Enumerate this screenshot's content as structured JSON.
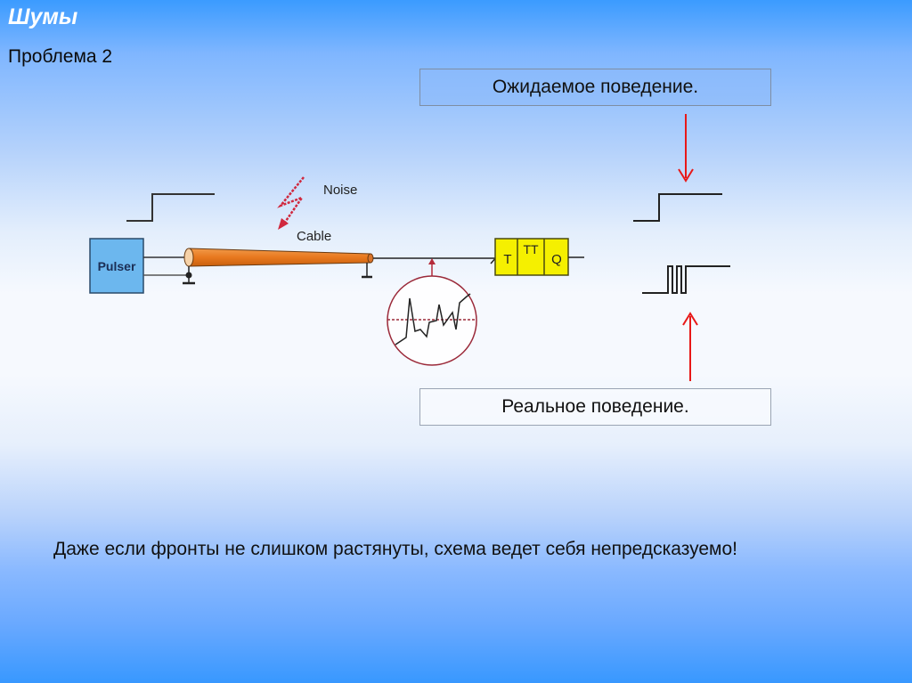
{
  "slide": {
    "title": "Шумы",
    "subtitle": "Проблема 2",
    "bottom_text": "Даже если фронты не слишком растянуты, схема ведет себя непредсказуемо!"
  },
  "labels": {
    "expected": "Ожидаемое поведение.",
    "real": "Реальное поведение."
  },
  "diagram": {
    "pulser_label": "Pulser",
    "noise_label": "Noise",
    "cable_label": "Cable",
    "flipflop": {
      "cells": [
        "T",
        "TT",
        "Q"
      ]
    }
  },
  "colors": {
    "pulser_fill": "#6cb7ee",
    "cable_fill": "#e8781e",
    "flipflop_fill": "#f5f000",
    "arrow_red": "#e81818",
    "scope_circle": "#9b2a3a"
  }
}
